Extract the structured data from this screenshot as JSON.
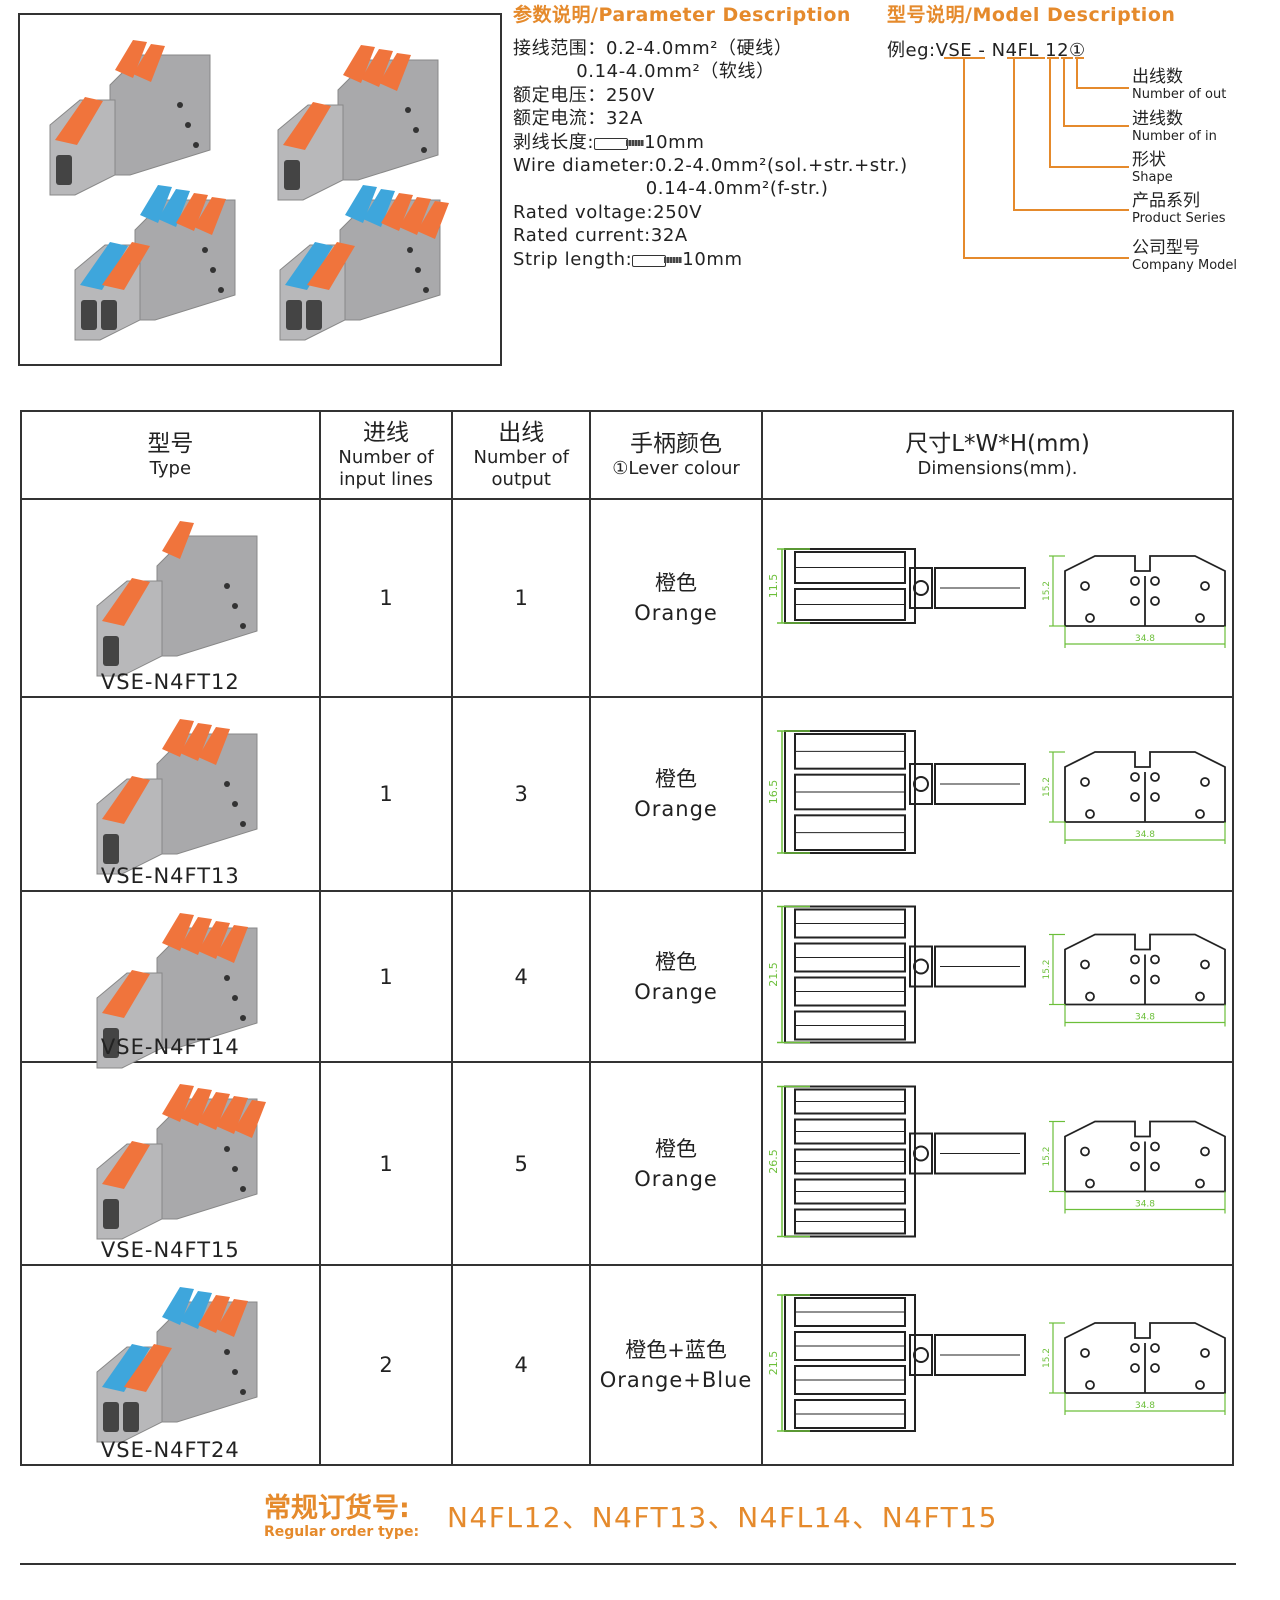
{
  "colors": {
    "accent": "#e58a2c",
    "orange": "#f0743c",
    "blue": "#3ea6dc",
    "body": "#a9a9ab",
    "dim": "#6cbf3a"
  },
  "param": {
    "title": "参数说明/Parameter Description",
    "lines": [
      "接线范围：0.2-4.0mm²（硬线）",
      "          0.14-4.0mm²（软线）",
      "额定电压：250V",
      "额定电流：32A",
      "Wire diameter:0.2-4.0mm²(sol.+str.+str.)",
      "                     0.14-4.0mm²(f-str.)",
      "Rated voltage:250V",
      "Rated current:32A"
    ],
    "strip_cn_label": "剥线长度:",
    "strip_en_label": "Strip length:",
    "strip_value": "10mm"
  },
  "model": {
    "title": "型号说明/Model Description",
    "example": "例eg:VSE - N4FL 12①",
    "parts": [
      {
        "cn": "出线数",
        "en": "Number of out"
      },
      {
        "cn": "进线数",
        "en": "Number of in"
      },
      {
        "cn": "形状",
        "en": "Shape"
      },
      {
        "cn": "产品系列",
        "en": "Product Series"
      },
      {
        "cn": "公司型号",
        "en": "Company Model"
      }
    ]
  },
  "table": {
    "headers": [
      {
        "cn": "型号",
        "en": "Type"
      },
      {
        "cn": "进线",
        "en": "Number of input lines"
      },
      {
        "cn": "出线",
        "en": "Number of output"
      },
      {
        "cn": "手柄颜色",
        "en": "①Lever colour"
      },
      {
        "cn": "尺寸L*W*H(mm)",
        "en": "Dimensions(mm)."
      }
    ],
    "rows": [
      {
        "type": "VSE-N4FT12",
        "in": "1",
        "out": "1",
        "color_cn": "橙色",
        "color_en": "Orange",
        "width": "11.5",
        "height": "15.2",
        "length": "34.8",
        "in_levers": [
          "orange"
        ],
        "out_levers": [
          "orange"
        ]
      },
      {
        "type": "VSE-N4FT13",
        "in": "1",
        "out": "3",
        "color_cn": "橙色",
        "color_en": "Orange",
        "width": "16.5",
        "height": "15.2",
        "length": "34.8",
        "in_levers": [
          "orange"
        ],
        "out_levers": [
          "orange",
          "orange",
          "orange"
        ]
      },
      {
        "type": "VSE-N4FT14",
        "in": "1",
        "out": "4",
        "color_cn": "橙色",
        "color_en": "Orange",
        "width": "21.5",
        "height": "15.2",
        "length": "34.8",
        "in_levers": [
          "orange"
        ],
        "out_levers": [
          "orange",
          "orange",
          "orange",
          "orange"
        ]
      },
      {
        "type": "VSE-N4FT15",
        "in": "1",
        "out": "5",
        "color_cn": "橙色",
        "color_en": "Orange",
        "width": "26.5",
        "height": "15.2",
        "length": "34.8",
        "in_levers": [
          "orange"
        ],
        "out_levers": [
          "orange",
          "orange",
          "orange",
          "orange",
          "orange"
        ]
      },
      {
        "type": "VSE-N4FT24",
        "in": "2",
        "out": "4",
        "color_cn": "橙色+蓝色",
        "color_en": "Orange+Blue",
        "width": "21.5",
        "height": "15.2",
        "length": "34.8",
        "in_levers": [
          "blue",
          "orange"
        ],
        "out_levers": [
          "blue",
          "blue",
          "orange",
          "orange"
        ]
      }
    ]
  },
  "photo_products": [
    {
      "in_levers": [
        "orange"
      ],
      "out_levers": [
        "orange",
        "orange"
      ]
    },
    {
      "in_levers": [
        "orange"
      ],
      "out_levers": [
        "orange",
        "orange",
        "orange"
      ]
    },
    {
      "in_levers": [
        "blue",
        "orange"
      ],
      "out_levers": [
        "blue",
        "blue",
        "orange",
        "orange"
      ]
    },
    {
      "in_levers": [
        "blue",
        "orange"
      ],
      "out_levers": [
        "blue",
        "blue",
        "orange",
        "orange",
        "orange"
      ]
    }
  ],
  "footer": {
    "cn": "常规订货号:",
    "en": "Regular order type:",
    "codes": "N4FL12、N4FT13、N4FL14、N4FT15"
  }
}
